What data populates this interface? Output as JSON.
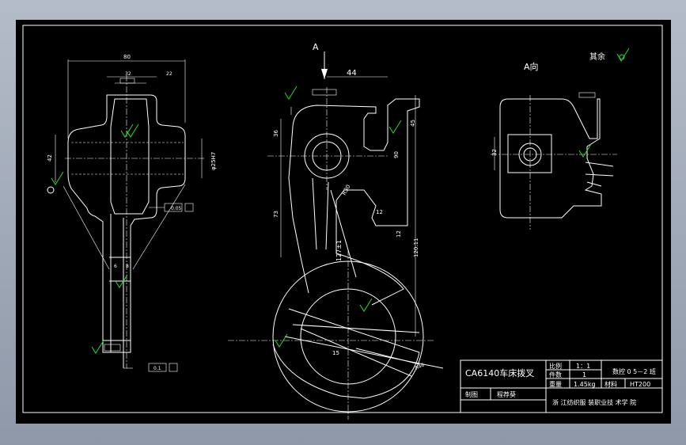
{
  "view_labels": {
    "arrow_letter": "A",
    "view_a": "A向",
    "other_roughness": "其余"
  },
  "dims_left": {
    "d80": "80",
    "d32": "32",
    "d22": "22",
    "d42": "42",
    "dbore": "φ25H7",
    "d6": "6",
    "d8": "8",
    "tol1": "0.05",
    "tol2": "0.1"
  },
  "dims_center": {
    "d44": "44",
    "d36": "36",
    "d45": "45",
    "d73": "73",
    "d90": "90",
    "d12": "12",
    "d1271": "127±1",
    "d1201": "120.11",
    "d15": "15",
    "r30": "R30",
    "r46": "R46"
  },
  "dims_right": {
    "d32": "32"
  },
  "title_block": {
    "part_name": "CA6140车床拨叉",
    "scale_label": "比例",
    "scale_value": "1：1",
    "qty_label": "件数",
    "qty_value": "1",
    "weight_label": "重量",
    "weight_value": "1.45kg",
    "material_label": "材料",
    "material_value": "HT200",
    "drawn_label": "制图",
    "drawer": "程荐葵",
    "drawing_no": "数控 0 5－2 班",
    "school": "浙 江纺织服 装职业技 术学 院"
  }
}
